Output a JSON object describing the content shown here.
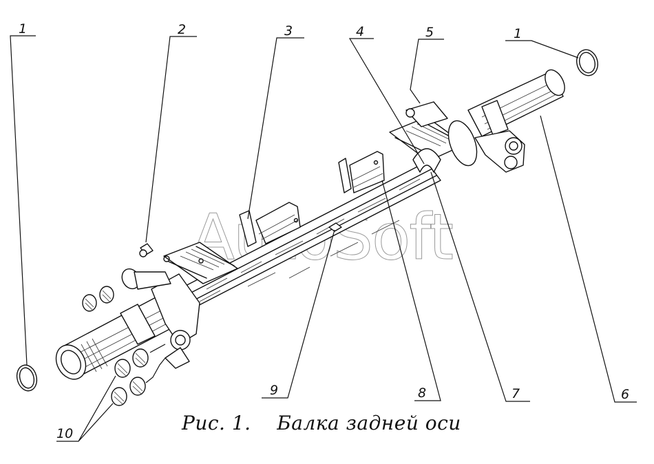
{
  "figure": {
    "caption_prefix": "Рис. 1.",
    "caption_title": "Балка задней оси",
    "watermark": "AutoSoft"
  },
  "callouts": [
    {
      "id": "c1a",
      "label": "1",
      "part": "cap-left"
    },
    {
      "id": "c2",
      "label": "2",
      "part": "breather-fitting"
    },
    {
      "id": "c3",
      "label": "3",
      "part": "bracket-left"
    },
    {
      "id": "c4",
      "label": "4",
      "part": "spring-pad-right"
    },
    {
      "id": "c5",
      "label": "5",
      "part": "shackle-bracket-right"
    },
    {
      "id": "c1b",
      "label": "1",
      "part": "cap-right"
    },
    {
      "id": "c6",
      "label": "6",
      "part": "axle-tube-right"
    },
    {
      "id": "c7",
      "label": "7",
      "part": "flange-right"
    },
    {
      "id": "c8",
      "label": "8",
      "part": "bracket-center"
    },
    {
      "id": "c9",
      "label": "9",
      "part": "beam-plate"
    },
    {
      "id": "c10",
      "label": "10",
      "part": "bushings"
    }
  ]
}
